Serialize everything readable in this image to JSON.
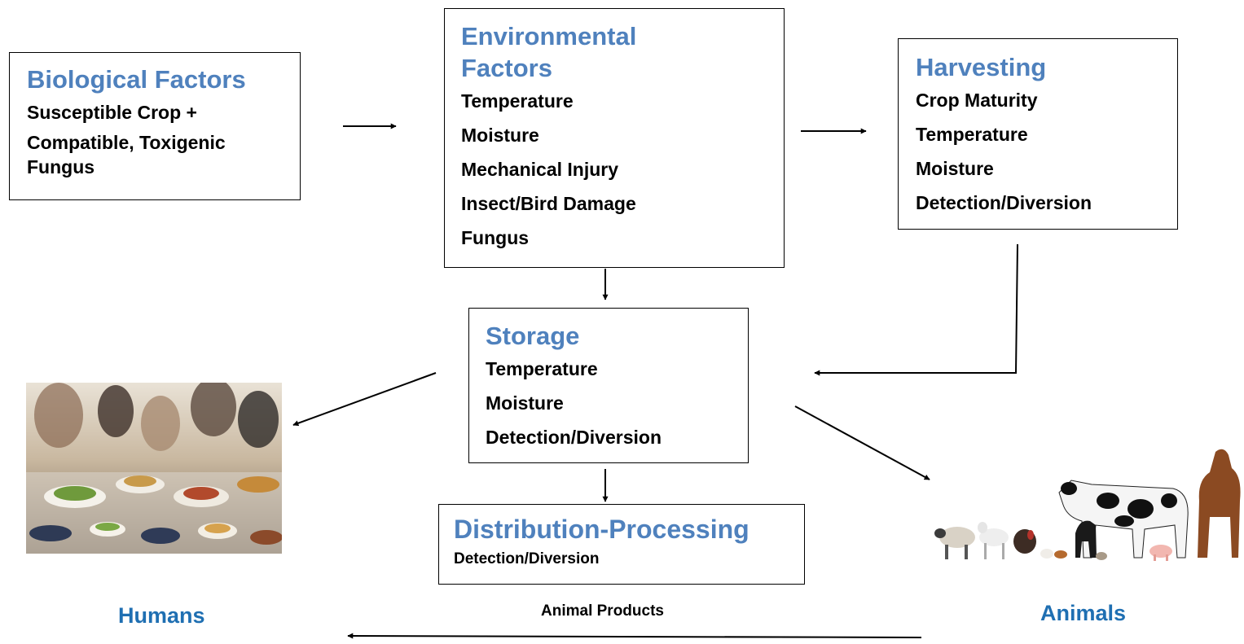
{
  "boxes": {
    "biological": {
      "title": "Biological Factors",
      "items": [
        "Susceptible Crop +",
        "Compatible, Toxigenic",
        "Fungus"
      ]
    },
    "environmental": {
      "title": [
        "Environmental",
        "Factors"
      ],
      "items": [
        "Temperature",
        "Moisture",
        "Mechanical Injury",
        "Insect/Bird Damage",
        "Fungus"
      ]
    },
    "harvesting": {
      "title": "Harvesting",
      "items": [
        "Crop Maturity",
        "Temperature",
        "Moisture",
        "Detection/Diversion"
      ]
    },
    "storage": {
      "title": "Storage",
      "items": [
        "Temperature",
        "Moisture",
        "Detection/Diversion"
      ]
    },
    "distribution": {
      "title": "Distribution-Processing",
      "items": [
        "Detection/Diversion"
      ]
    }
  },
  "labels": {
    "humans": "Humans",
    "animals": "Animals",
    "animal_products": "Animal Products"
  },
  "images": {
    "humans": "buffet-food-photo",
    "animals": "farm-animals-photo"
  },
  "colors": {
    "title": "#4f81bd",
    "endpoint_label": "#1f6fb2"
  }
}
